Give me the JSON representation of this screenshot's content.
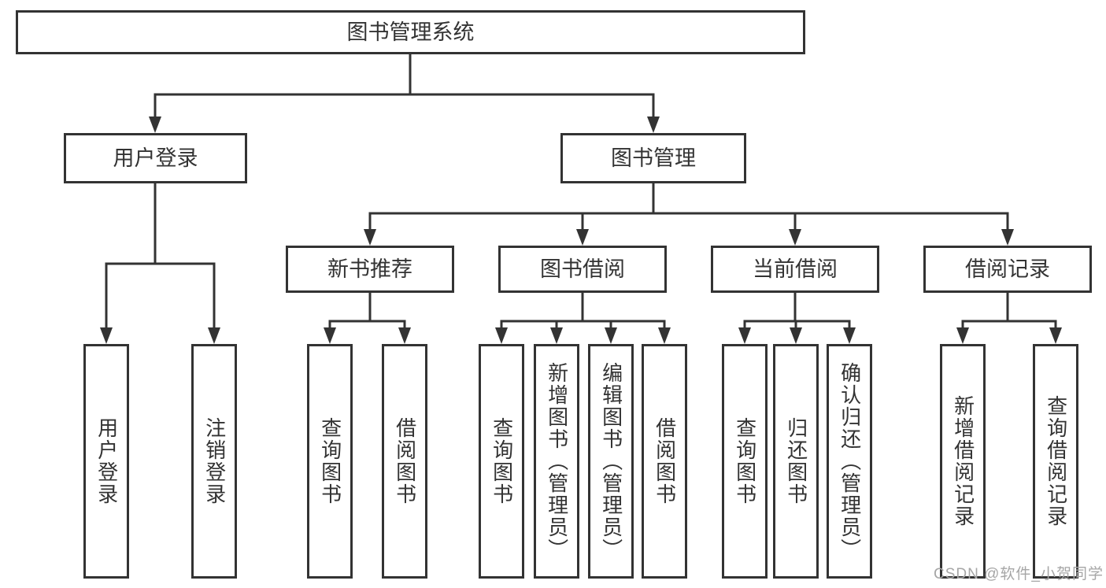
{
  "diagram_type": "tree",
  "tree": {
    "label": "图书管理系统",
    "children": [
      {
        "label": "用户登录",
        "children": [
          {
            "label": "用户登录"
          },
          {
            "label": "注销登录"
          }
        ]
      },
      {
        "label": "图书管理",
        "children": [
          {
            "label": "新书推荐",
            "children": [
              {
                "label": "查询图书"
              },
              {
                "label": "借阅图书"
              }
            ]
          },
          {
            "label": "图书借阅",
            "children": [
              {
                "label": "查询图书"
              },
              {
                "label": "新增图书（管理员）"
              },
              {
                "label": "编辑图书（管理员）"
              },
              {
                "label": "借阅图书"
              }
            ]
          },
          {
            "label": "当前借阅",
            "children": [
              {
                "label": "查询图书"
              },
              {
                "label": "归还图书"
              },
              {
                "label": "确认归还（管理员）"
              }
            ]
          },
          {
            "label": "借阅记录",
            "children": [
              {
                "label": "新增借阅记录"
              },
              {
                "label": "查询借阅记录"
              }
            ]
          }
        ]
      }
    ]
  },
  "watermark": {
    "text": "CSDN @软件_小贺同学"
  },
  "colors": {
    "line": "#333333",
    "box_border": "#333333",
    "box_fill": "#ffffff",
    "text": "#333333",
    "watermark": "#a6a6a6"
  }
}
